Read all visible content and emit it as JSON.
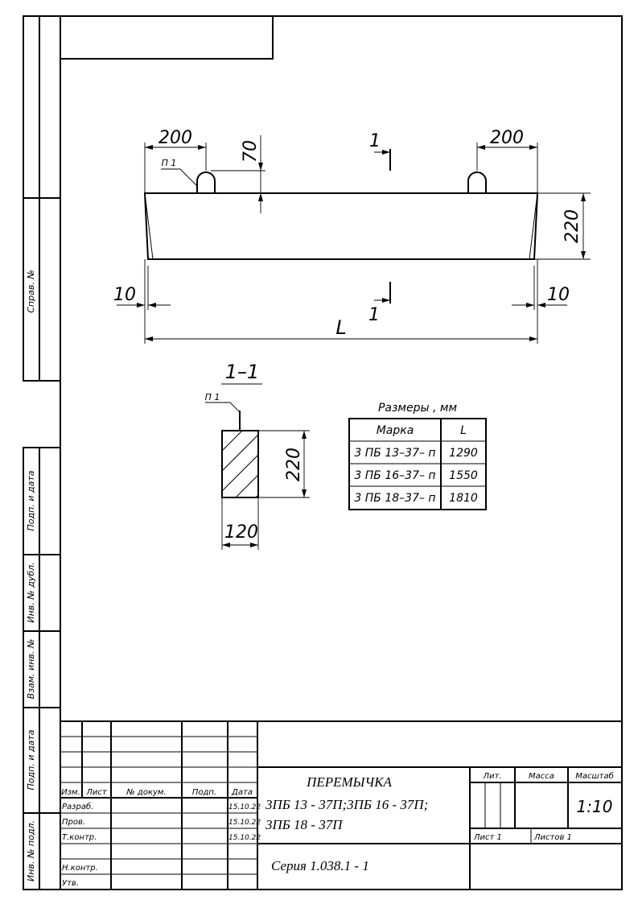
{
  "drawing": {
    "dimensions": {
      "end_offset_left": "200",
      "end_offset_right": "200",
      "loop_height": "70",
      "beam_height": "220",
      "chamfer_left": "10",
      "chamfer_right": "10",
      "length": "L",
      "section_height": "220",
      "section_width": "120"
    },
    "loop_label": "П 1",
    "section_label_top": "1",
    "section_label_bottom": "1",
    "section_title": "1–1",
    "section_loop_label": "П 1"
  },
  "sizes_table": {
    "caption": "Размеры , мм",
    "headers": [
      "Марка",
      "L"
    ],
    "rows": [
      [
        "3 ПБ 13–37– п",
        "1290"
      ],
      [
        "3 ПБ 16–37– п",
        "1550"
      ],
      [
        "3 ПБ 18–37– п",
        "1810"
      ]
    ]
  },
  "side_labels": {
    "sprav": "Справ. №",
    "podp_data_1": "Подп. и дата",
    "inv_dubl": "Инв. № дубл.",
    "vzam_inv": "Взам. инв. №",
    "podp_data_2": "Подп. и дата",
    "inv_podl": "Инв. № подл."
  },
  "title_block": {
    "col_headers": {
      "izm": "Изм.",
      "list": "Лист",
      "dokum": "№ докум.",
      "podp": "Подп.",
      "data": "Дата"
    },
    "roles": {
      "razrab": "Разраб.",
      "prov": "Пров.",
      "tkontr": "Т.контр.",
      "nkontr": "Н.контр.",
      "utv": "Утв."
    },
    "dates": [
      "15.10.22",
      "15.10.22",
      "15.10.22"
    ],
    "title_line1": "ПЕРЕМЫЧКА",
    "title_line2": "3ПБ 13 - 37П;3ПБ 16 - 37П;",
    "title_line3": "3ПБ 18 - 37П",
    "lit_label": "Лит.",
    "mass_label": "Масса",
    "scale_label": "Масштаб",
    "scale_value": "1:10",
    "sheet_label": "Лист  1",
    "sheets_label": "Листов  1",
    "series": "Серия 1.038.1 - 1"
  }
}
